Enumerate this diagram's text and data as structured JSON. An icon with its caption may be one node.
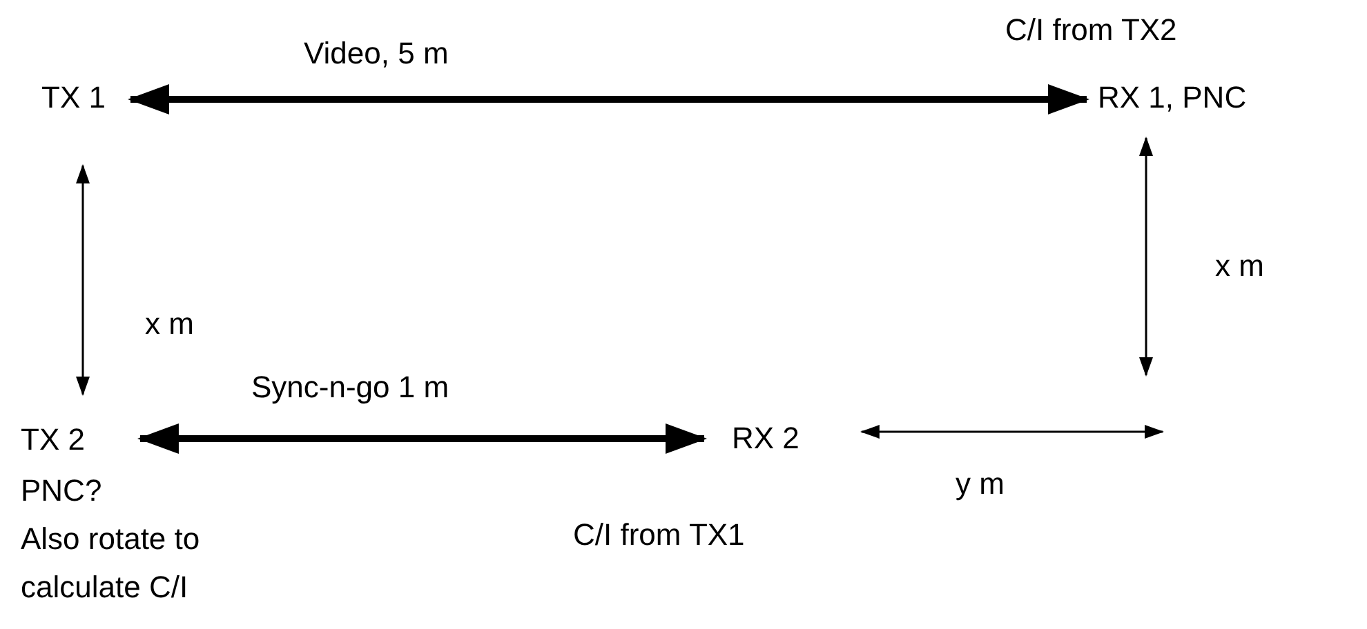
{
  "diagram": {
    "nodes": [
      {
        "text": [
          "TX 1"
        ]
      },
      {
        "text": [
          "RX 1, PNC"
        ],
        "beside": [
          "C/I from TX2"
        ]
      },
      {
        "text": [
          "TX 2"
        ],
        "beside": [
          "PNC?",
          "Also rotate to calculate C/I"
        ]
      },
      {
        "text": [
          "RX 2"
        ],
        "beside": [
          "C/I from TX1"
        ]
      }
    ],
    "edges": [
      {
        "from": 0,
        "to": 1,
        "arrow": "both",
        "label": "Video, 5 m",
        "style": "thick"
      },
      {
        "from": 0,
        "to": 2,
        "arrow": "both",
        "label": "x m"
      },
      {
        "from": 2,
        "to": 3,
        "arrow": "both",
        "label": "Sync-n-go 1 m",
        "style": "thick"
      },
      {
        "from": 1,
        "to": null,
        "arrow": "both",
        "label": "x m"
      },
      {
        "from": 3,
        "to": null,
        "arrow": "both",
        "label": "y m"
      }
    ]
  }
}
